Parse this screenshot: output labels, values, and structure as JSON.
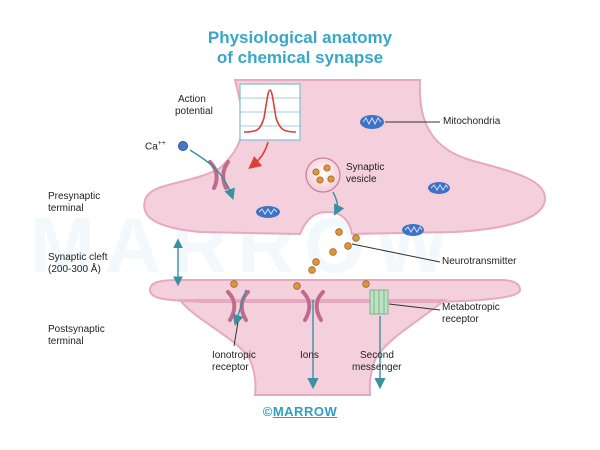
{
  "title": {
    "line1": "Physiological anatomy",
    "line2": "of chemical synapse"
  },
  "labels": {
    "action_potential_1": "Action",
    "action_potential_2": "potential",
    "calcium": "Ca++",
    "synaptic_vesicle_1": "Synaptic",
    "synaptic_vesicle_2": "vesicle",
    "mitochondria": "Mitochondria",
    "presynaptic_1": "Presynaptic",
    "presynaptic_2": "terminal",
    "synaptic_cleft_1": "Synaptic cleft",
    "synaptic_cleft_2": "(200-300 Å)",
    "neurotransmitter": "Neurotransmitter",
    "metabotropic_1": "Metabotropic",
    "metabotropic_2": "receptor",
    "postsynaptic_1": "Postsynaptic",
    "postsynaptic_2": "terminal",
    "ionotropic_1": "Ionotropic",
    "ionotropic_2": "receptor",
    "ions": "Ions",
    "second_messenger_1": "Second",
    "second_messenger_2": "messenger"
  },
  "watermark": "MARROW",
  "footer": {
    "symbol": "©",
    "brand": "MARROW"
  },
  "colors": {
    "title": "#3aa6c9",
    "membrane_fill": "#f4cfdc",
    "membrane_stroke": "#e7a9bf",
    "arrow_teal": "#3b8fa3",
    "arrow_red": "#d9413b",
    "mitochondria": "#3f72c4",
    "vesicle_dot": "#d9963d"
  }
}
